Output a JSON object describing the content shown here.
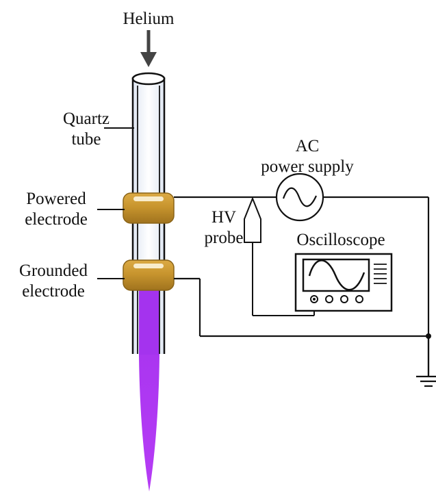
{
  "labels": {
    "gas": "Helium",
    "tube_line1": "Quartz",
    "tube_line2": "tube",
    "power_line1": "AC",
    "power_line2": "power supply",
    "powered_line1": "Powered",
    "powered_line2": "electrode",
    "probe_line1": "HV",
    "probe_line2": "probe",
    "scope": "Oscilloscope",
    "grounded_line1": "Grounded",
    "grounded_line2": "electrode"
  },
  "colors": {
    "wire": "#111111",
    "electrode": "#c8952e",
    "electrode_dark": "#8a6418",
    "plasma": "#a433ee",
    "tube_fill": "#eef3fb"
  },
  "icons": {
    "gas_arrow": "down-arrow-icon",
    "ac_source": "sine-wave-icon",
    "ground": "ground-icon",
    "scope_screen": "sine-wave-icon"
  }
}
